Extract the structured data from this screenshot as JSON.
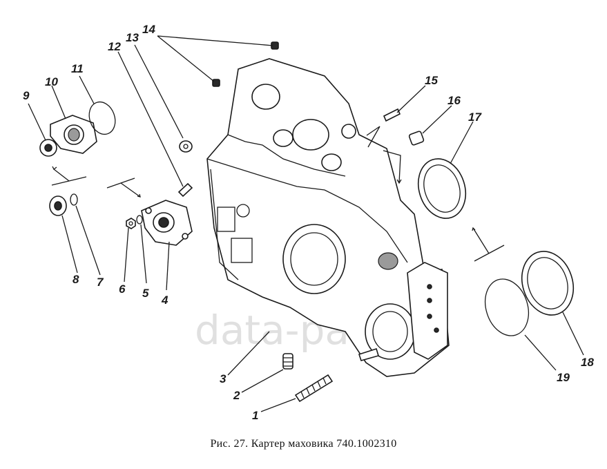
{
  "caption": "Рис. 27. Картер маховика 740.1002310",
  "watermark": "data-parts",
  "callouts": [
    {
      "id": "1",
      "label": "1"
    },
    {
      "id": "2",
      "label": "2"
    },
    {
      "id": "3",
      "label": "3"
    },
    {
      "id": "4",
      "label": "4"
    },
    {
      "id": "5",
      "label": "5"
    },
    {
      "id": "6",
      "label": "6"
    },
    {
      "id": "7",
      "label": "7"
    },
    {
      "id": "8",
      "label": "8"
    },
    {
      "id": "9",
      "label": "9"
    },
    {
      "id": "10",
      "label": "10"
    },
    {
      "id": "11",
      "label": "11"
    },
    {
      "id": "12",
      "label": "12"
    },
    {
      "id": "13",
      "label": "13"
    },
    {
      "id": "14",
      "label": "14"
    },
    {
      "id": "15",
      "label": "15"
    },
    {
      "id": "16",
      "label": "16"
    },
    {
      "id": "17",
      "label": "17"
    },
    {
      "id": "18",
      "label": "18"
    },
    {
      "id": "19",
      "label": "19"
    }
  ]
}
